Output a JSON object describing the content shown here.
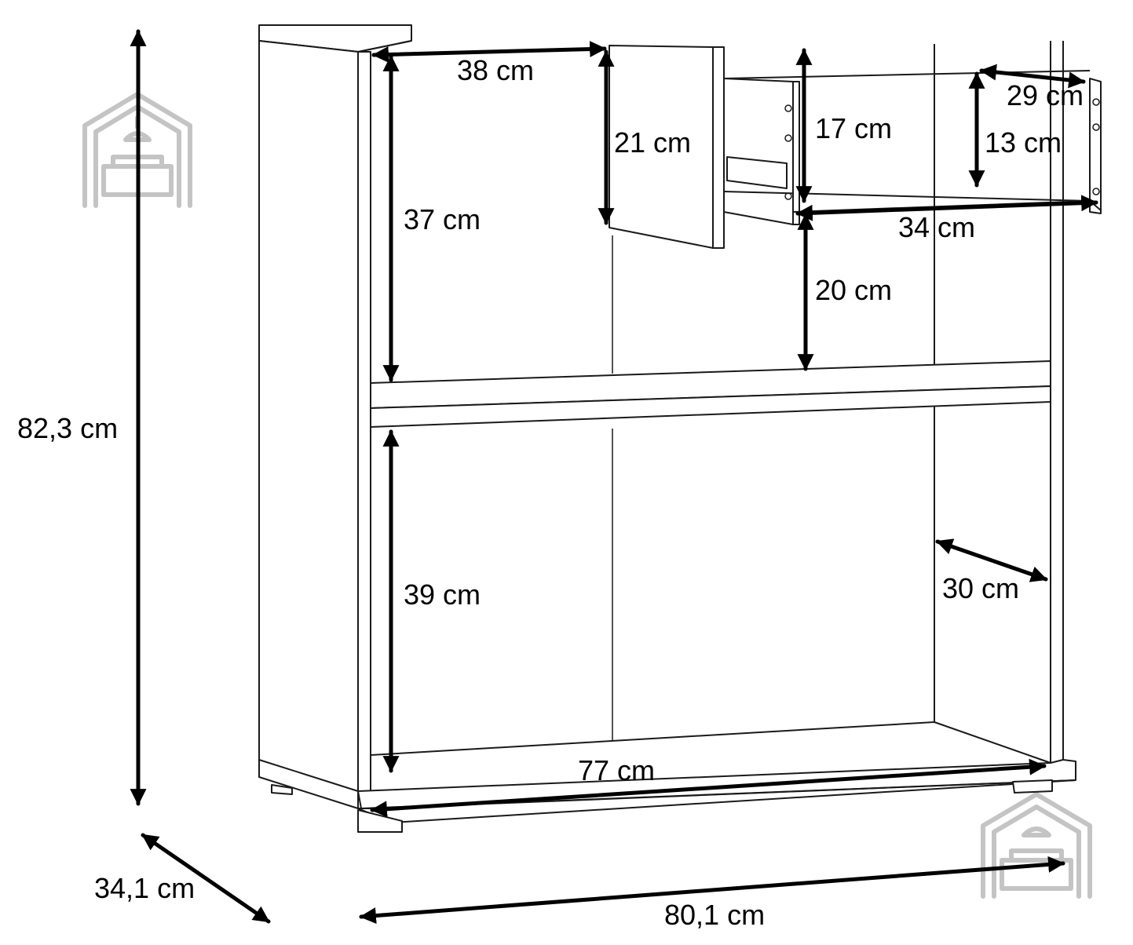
{
  "diagram": {
    "dimensions": {
      "top_left_width": "38 cm",
      "door_height": "21 cm",
      "drawer_inner_height": "17 cm",
      "drawer_depth": "29 cm",
      "drawer_side_height": "13 cm",
      "upper_compartment_height": "37 cm",
      "drawer_width": "34 cm",
      "gap_below_drawer": "20 cm",
      "lower_compartment_height": "39 cm",
      "inner_depth": "30 cm",
      "inner_width": "77 cm",
      "total_height": "82,3 cm",
      "total_depth": "34,1 cm",
      "total_width": "80,1 cm"
    },
    "colors": {
      "line": "#1a1a1a",
      "arrow": "#000000",
      "watermark": "#c4c4c4",
      "background": "#ffffff"
    },
    "watermark_icon": "house-with-sofa-logo"
  }
}
